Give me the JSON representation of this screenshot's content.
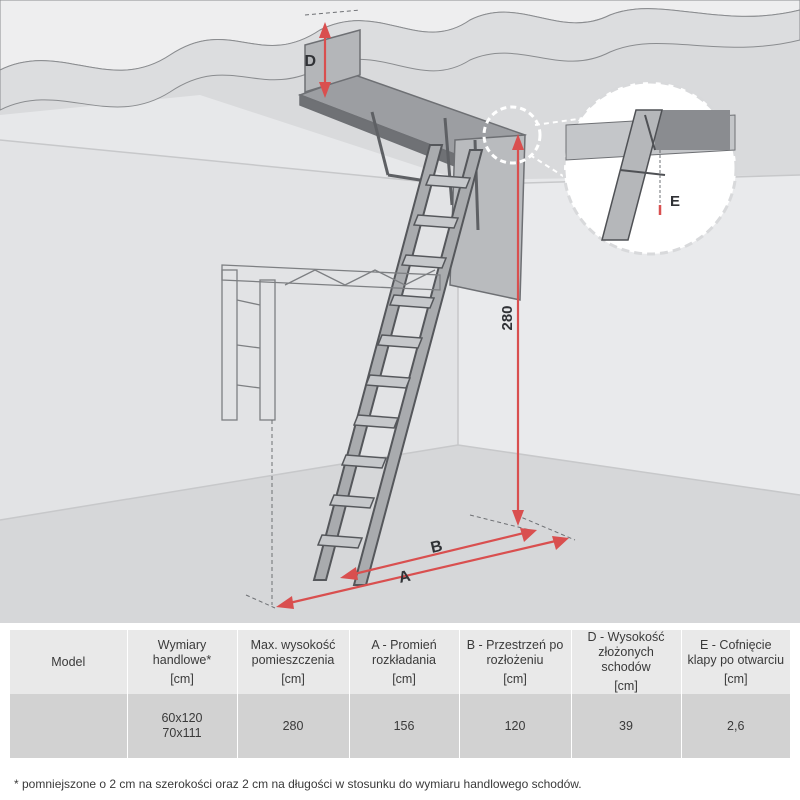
{
  "illustration": {
    "labels": {
      "height_280": "280",
      "a": "A",
      "b": "B",
      "d": "D",
      "e": "E"
    },
    "colors": {
      "dimension": "#d94f4f",
      "wall": "#e5e6e8",
      "floor": "#d7d8da",
      "ceiling": "#d5d6d8",
      "line": "#7d7f82"
    }
  },
  "table": {
    "headers": [
      {
        "label": "Model",
        "unit": ""
      },
      {
        "label": "Wymiary handlowe*",
        "unit": "[cm]"
      },
      {
        "label": "Max. wysokość pomieszczenia",
        "unit": "[cm]"
      },
      {
        "label": "A - Promień rozkładania",
        "unit": "[cm]"
      },
      {
        "label": "B - Przestrzeń po rozłożeniu",
        "unit": "[cm]"
      },
      {
        "label": "D - Wysokość złożonych schodów",
        "unit": "[cm]"
      },
      {
        "label": "E - Cofnięcie klapy po otwarciu",
        "unit": "[cm]"
      }
    ],
    "row": {
      "model": "",
      "dimensions": "60x120\n70x111",
      "max_height": "280",
      "a": "156",
      "b": "120",
      "d": "39",
      "e": "2,6"
    }
  },
  "footnote": "* pomniejszone o 2 cm na szerokości oraz 2 cm na długości w stosunku do wymiaru handlowego schodów."
}
